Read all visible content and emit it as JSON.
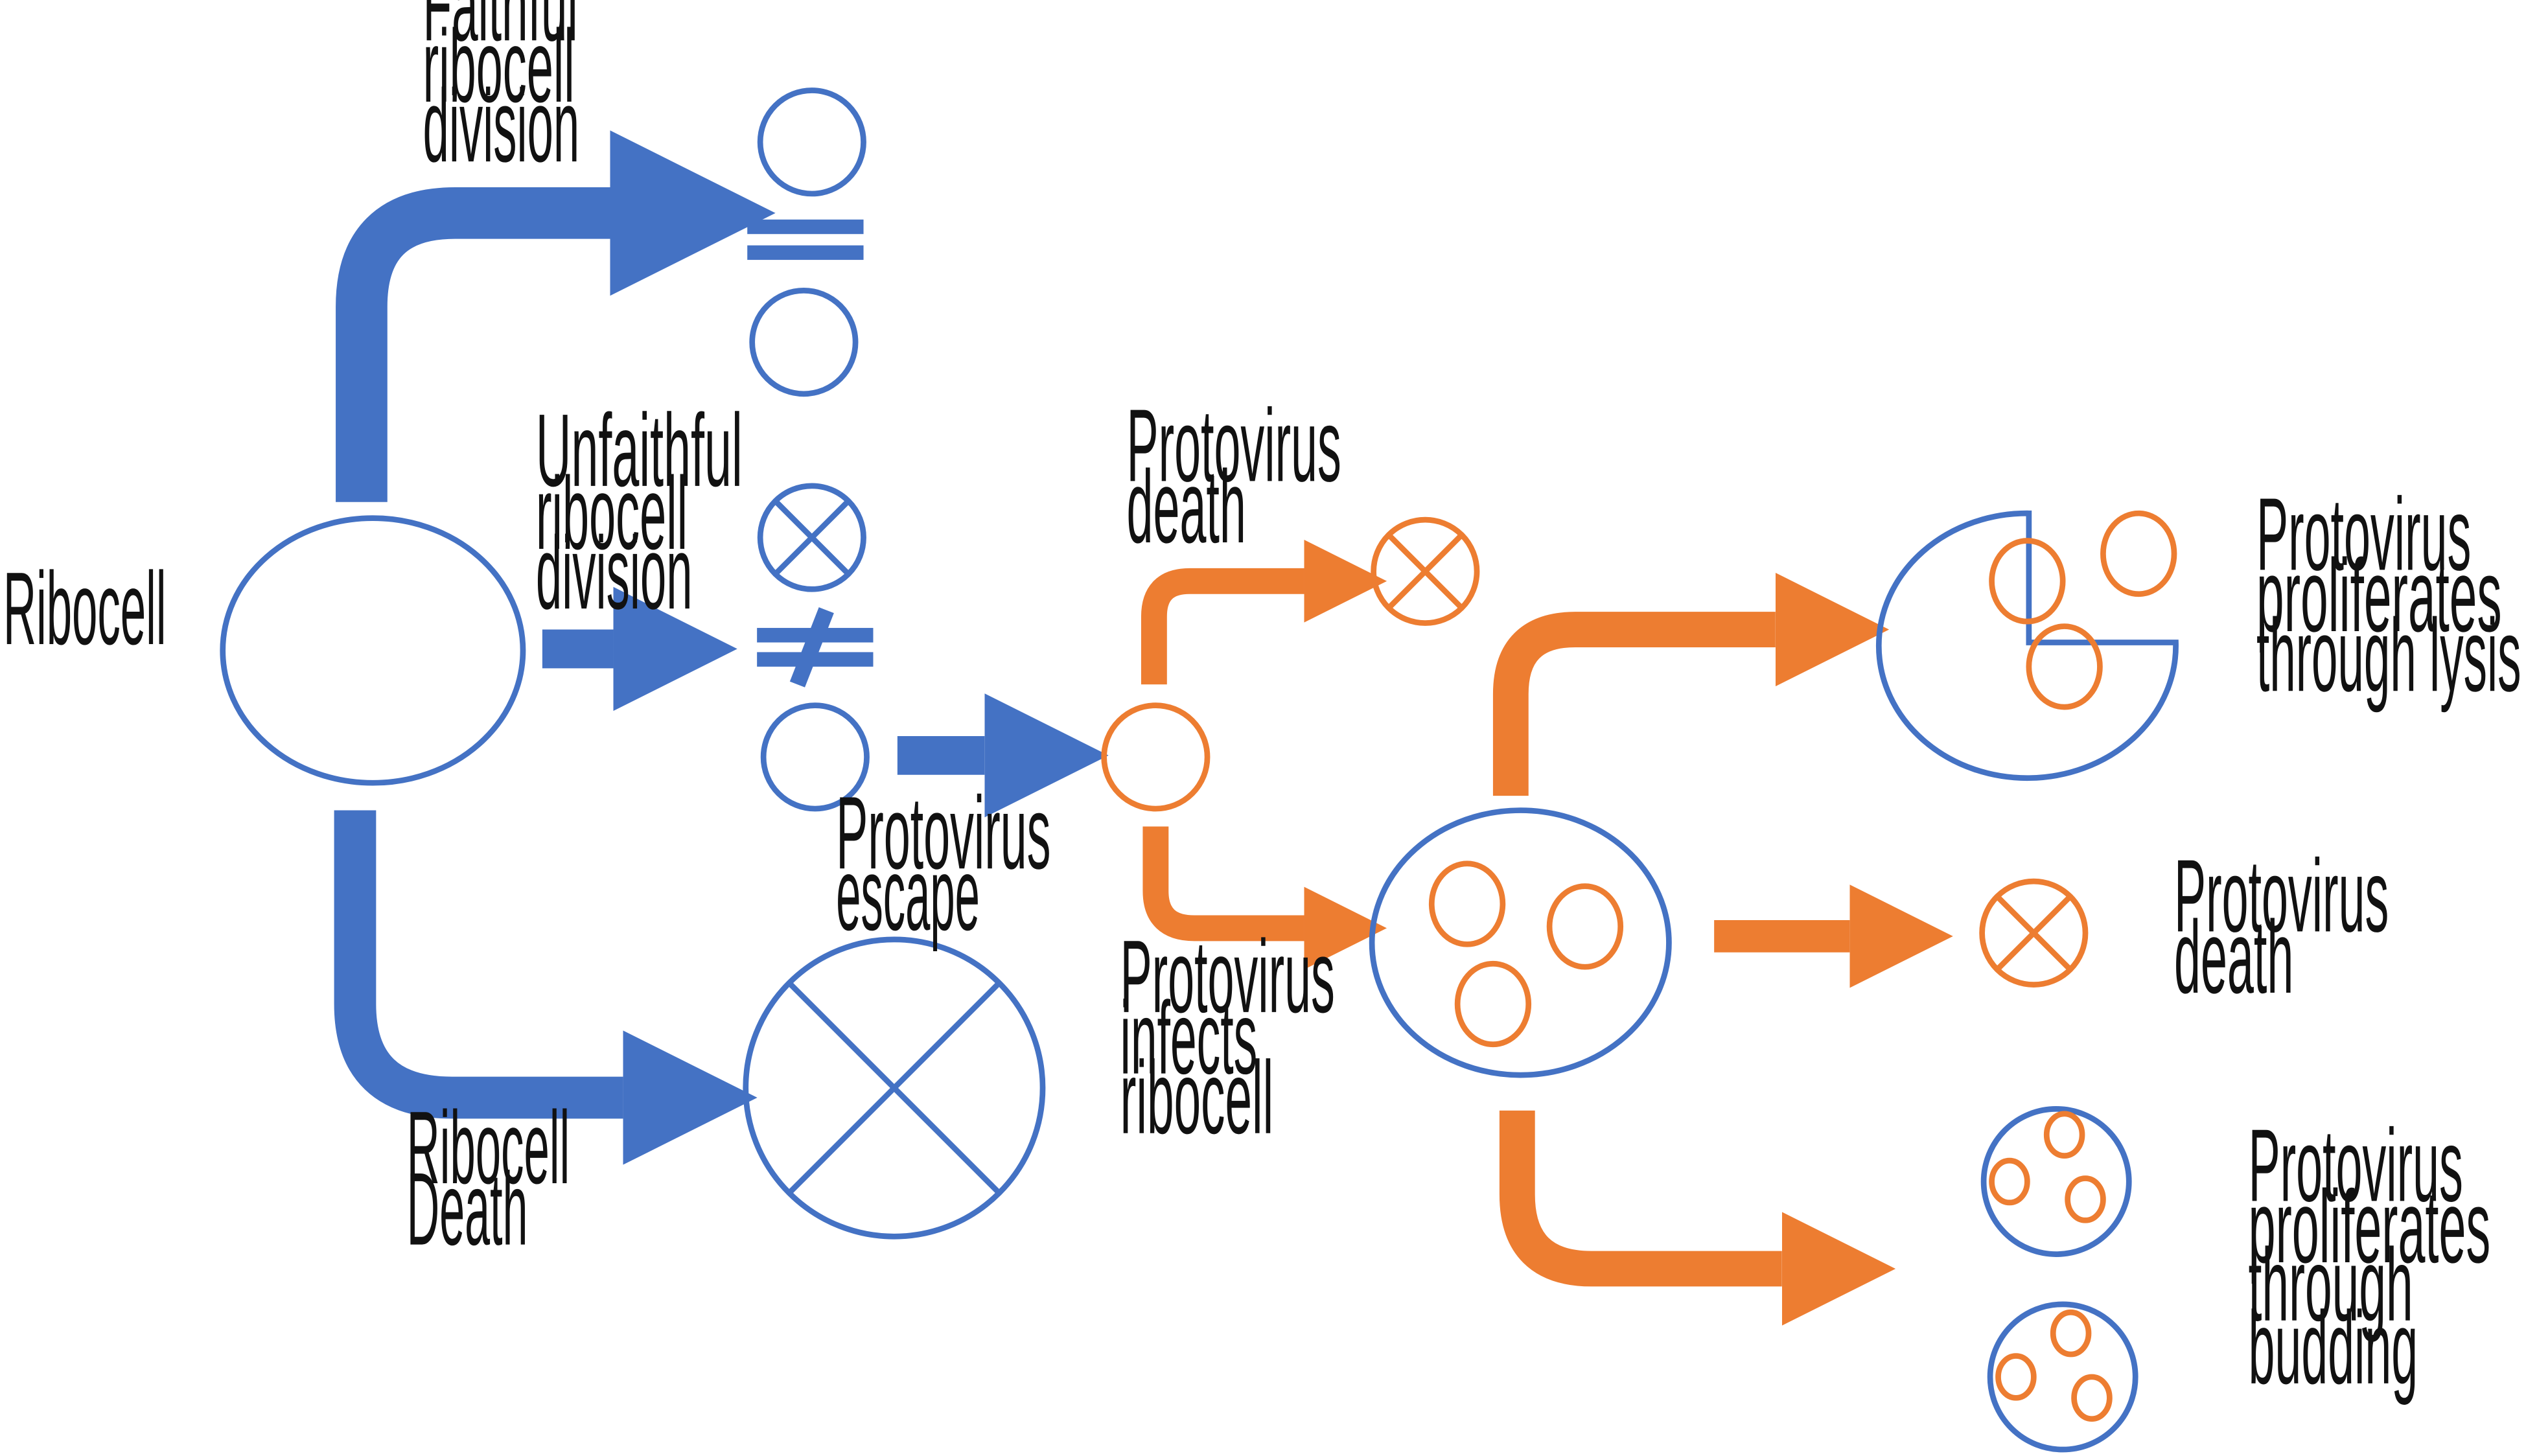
{
  "colors": {
    "ribocell": "#4472C4",
    "protovirus": "#ED7D31",
    "text": "#111111"
  },
  "labels": {
    "ribocell": [
      "Ribocell"
    ],
    "faithful_division": [
      "Faithful",
      "ribocell",
      "division"
    ],
    "unfaithful_division": [
      "Unfaithful",
      "ribocell",
      "division"
    ],
    "ribocell_death": [
      "Ribocell",
      "Death"
    ],
    "protovirus_escape": [
      "Protovirus",
      "escape"
    ],
    "protovirus_death_upper": [
      "Protovirus",
      "death"
    ],
    "protovirus_infects": [
      "Protovirus",
      "infects",
      "ribocell"
    ],
    "proliferates_lysis": [
      "Protovirus",
      "proliferates",
      "through lysis"
    ],
    "protovirus_death_right": [
      "Protovirus",
      "death"
    ],
    "proliferates_budding": [
      "Protovirus",
      "proliferates",
      "through",
      "budding"
    ]
  },
  "symbols": {
    "equal": "equal-sign",
    "not_equal": "not-equal-sign",
    "dead_cell": "circle-with-x"
  }
}
